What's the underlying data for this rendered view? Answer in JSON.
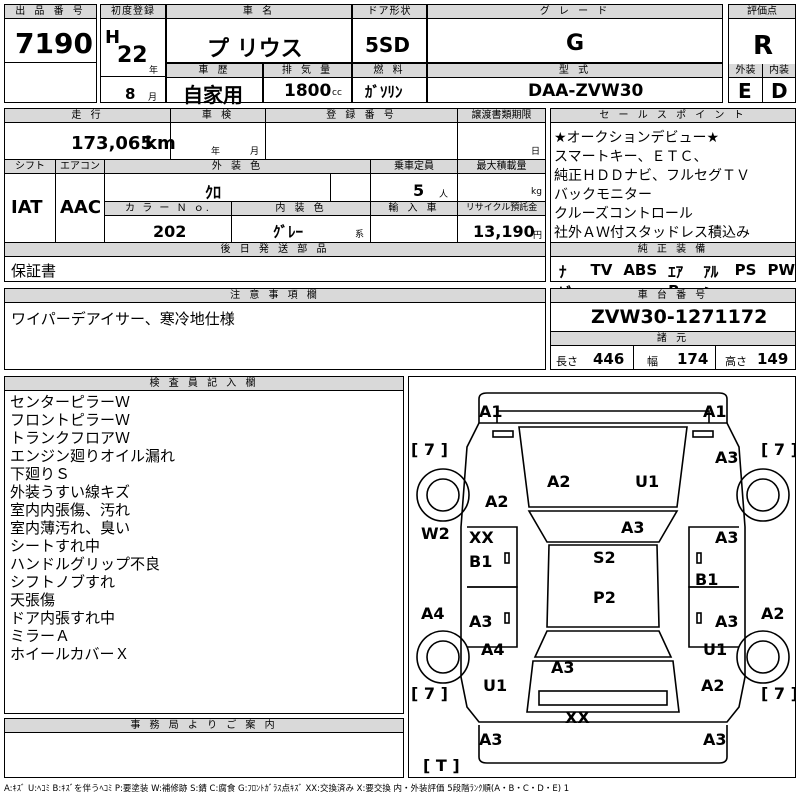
{
  "header": {
    "lot_label": "出 品 番 号",
    "lot_no": "7190",
    "first_reg_label": "初度登録",
    "era": "H",
    "year": "22",
    "year_unit": "年",
    "month": "8",
    "month_unit": "月",
    "name_label": "車 名",
    "name": "プ リウス",
    "door_label": "ドア形状",
    "door": "5SD",
    "grade_label": "グ レ ー ド",
    "grade": "G",
    "score_label": "評価点",
    "score": "R",
    "history_label": "車 歴",
    "history": "自家用",
    "displacement_label": "排 気 量",
    "displacement": "1800",
    "displacement_unit": "cc",
    "fuel_label": "燃 料",
    "fuel": "ｶﾞｿﾘﾝ",
    "model_label": "型 式",
    "model": "DAA-ZVW30",
    "exterior_label": "外装",
    "exterior": "E",
    "interior_label": "内装",
    "interior": "D"
  },
  "row2": {
    "mileage_label": "走 行",
    "mileage": "173,065",
    "mileage_unit": "km",
    "inspection_label": "車 検",
    "insp_year_unit": "年",
    "insp_month_unit": "月",
    "reg_label": "登 録 番 号",
    "transfer_label": "譲渡書類期限",
    "transfer_day_unit": "日",
    "shift_label": "シフト",
    "shift": "IAT",
    "ac_label": "エアコン",
    "ac": "AAC",
    "color_label": "外 装 色",
    "color": "ｸﾛ",
    "capacity_label": "乗車定員",
    "capacity": "5",
    "capacity_unit": "人",
    "load_label": "最大積載量",
    "load_unit": "kg",
    "colorno_label": "カ ラ ー Ｎ ｏ.",
    "colorno": "202",
    "intcolor_label": "内 装 色",
    "intcolor": "ｸﾞﾚｰ",
    "intcolor_unit": "系",
    "import_label": "輸 入 車",
    "recycle_label": "リサイクル預託金",
    "recycle": "13,190",
    "recycle_unit": "円",
    "later_label": "後 日 発 送 部 品",
    "later": "保証書"
  },
  "sales": {
    "label": "セ ー ル ス ポ イ ン ト",
    "lines": [
      "★オークションデビュー★",
      "スマートキー、ＥＴＣ、",
      "純正ＨＤＤナビ、フルセグＴＶ",
      "バックモニター",
      "クルーズコントロール",
      "社外ＡＷ付スタッドレス積込み"
    ]
  },
  "equipment": {
    "label": "純 正 装 備",
    "items": [
      "ﾅﾋﾞ",
      "TV",
      "ABS",
      "ｴｱB",
      "ｱﾙﾐ",
      "PS",
      "PW"
    ]
  },
  "notes": {
    "label": "注 意 事 項 欄",
    "text": "ワイパーデアイサー、寒冷地仕様"
  },
  "chassis": {
    "label": "車 台 番 号",
    "value": "ZVW30-1271172",
    "dims_label": "諸 元",
    "length_label": "長さ",
    "length": "446",
    "width_label": "幅",
    "width": "174",
    "height_label": "高さ",
    "height": "149"
  },
  "inspector": {
    "label": "検 査 員 記 入 欄",
    "lines": [
      "センターピラーＷ",
      "フロントピラーＷ",
      "トランクフロアＷ",
      "エンジン廻りオイル漏れ",
      "下廻りＳ",
      "外装うすい線キズ",
      "室内内張傷、汚れ",
      "室内薄汚れ、臭い",
      "シートすれ中",
      "ハンドルグリップ不良",
      "シフトノブすれ",
      "天張傷",
      "ドア内張すれ中",
      "ミラーＡ",
      "ホイールカバーＸ"
    ]
  },
  "office": {
    "label": "事 務 局 よ り ご 案 内"
  },
  "diagram": {
    "marks": {
      "a1_left": "A1",
      "a1_right": "A1",
      "tire_fl": "[ 7 ]",
      "tire_fr": "[ 7 ]",
      "tire_rl": "[ 7 ]",
      "tire_rr": "[ 7 ]",
      "tire_spare": "[ T ]",
      "a3_fr": "A3",
      "a2_hood": "A2",
      "u1_hood": "U1",
      "a2_fender": "A2",
      "a3_cowl": "A3",
      "w2": "W2",
      "xx_fl": "XX",
      "b1_fl": "B1",
      "a3_rdoor": "A3",
      "s2": "S2",
      "b1_r": "B1",
      "p2": "P2",
      "a4": "A4",
      "a3_lrdoor": "A3",
      "a3_rrdoor": "A3",
      "a2_rq": "A2",
      "a4_lq": "A4",
      "u1_rq": "U1",
      "a3_trunk": "A3",
      "u1_lr": "U1",
      "a2_rr": "A2",
      "xx_rear": "XX",
      "a3_rl": "A3",
      "a3_rr": "A3"
    }
  },
  "legend": "A:ｷｽﾞ U:ﾍｺﾐ B:ｷｽﾞを伴うﾍｺﾐ P:要塗装 W:補修跡 S:錆 C:腐食 G:ﾌﾛﾝﾄｶﾞﾗｽ点ｷｽﾞ XX:交換済み X:要交換 内・外装評価 5段階ﾗﾝｸ順(A・B・C・D・E) 1"
}
